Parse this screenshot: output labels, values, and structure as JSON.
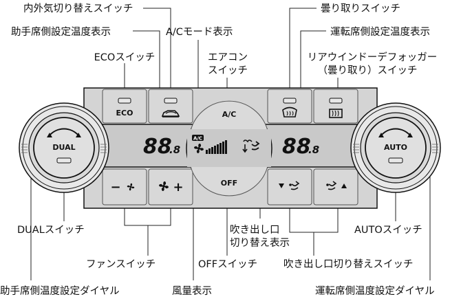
{
  "labels": {
    "recirc_switch": "内外気切り替えスイッチ",
    "passenger_temp_display": "助手席側設定温度表示",
    "eco_switch": "ECOスイッチ",
    "ac_mode_display": "A/Cモード表示",
    "aircon_switch_line1": "エアコン",
    "aircon_switch_line2": "スイッチ",
    "defog_switch": "曇り取りスイッチ",
    "driver_temp_display": "運転席側設定温度表示",
    "rear_defogger_line1": "リアウインドーデフォッガー",
    "rear_defogger_line2": "（曇り取り）スイッチ",
    "dual_switch": "DUALスイッチ",
    "outlet_display_line1": "吹き出し口",
    "outlet_display_line2": "切り替え表示",
    "auto_switch": "AUTOスイッチ",
    "fan_switch": "ファンスイッチ",
    "off_switch": "OFFスイッチ",
    "outlet_switch": "吹き出し口切り替えスイッチ",
    "passenger_dial": "助手席側温度設定ダイヤル",
    "fan_display": "風量表示",
    "driver_dial": "運転席側温度設定ダイヤル"
  },
  "panel": {
    "eco": "ECO",
    "ac": "A/C",
    "off": "OFF",
    "dual": "DUAL",
    "auto": "AUTO",
    "ac_indicator": "A/C",
    "temp_left": "88",
    "temp_left_decimal": ".8",
    "temp_right": "88",
    "temp_right_decimal": ".8",
    "minus": "−",
    "plus": "+"
  },
  "colors": {
    "panel_face": "#d4d4d4",
    "display_band": "#c8c8c8",
    "dial_ring": "#e6e6e6",
    "outline": "#111111"
  }
}
